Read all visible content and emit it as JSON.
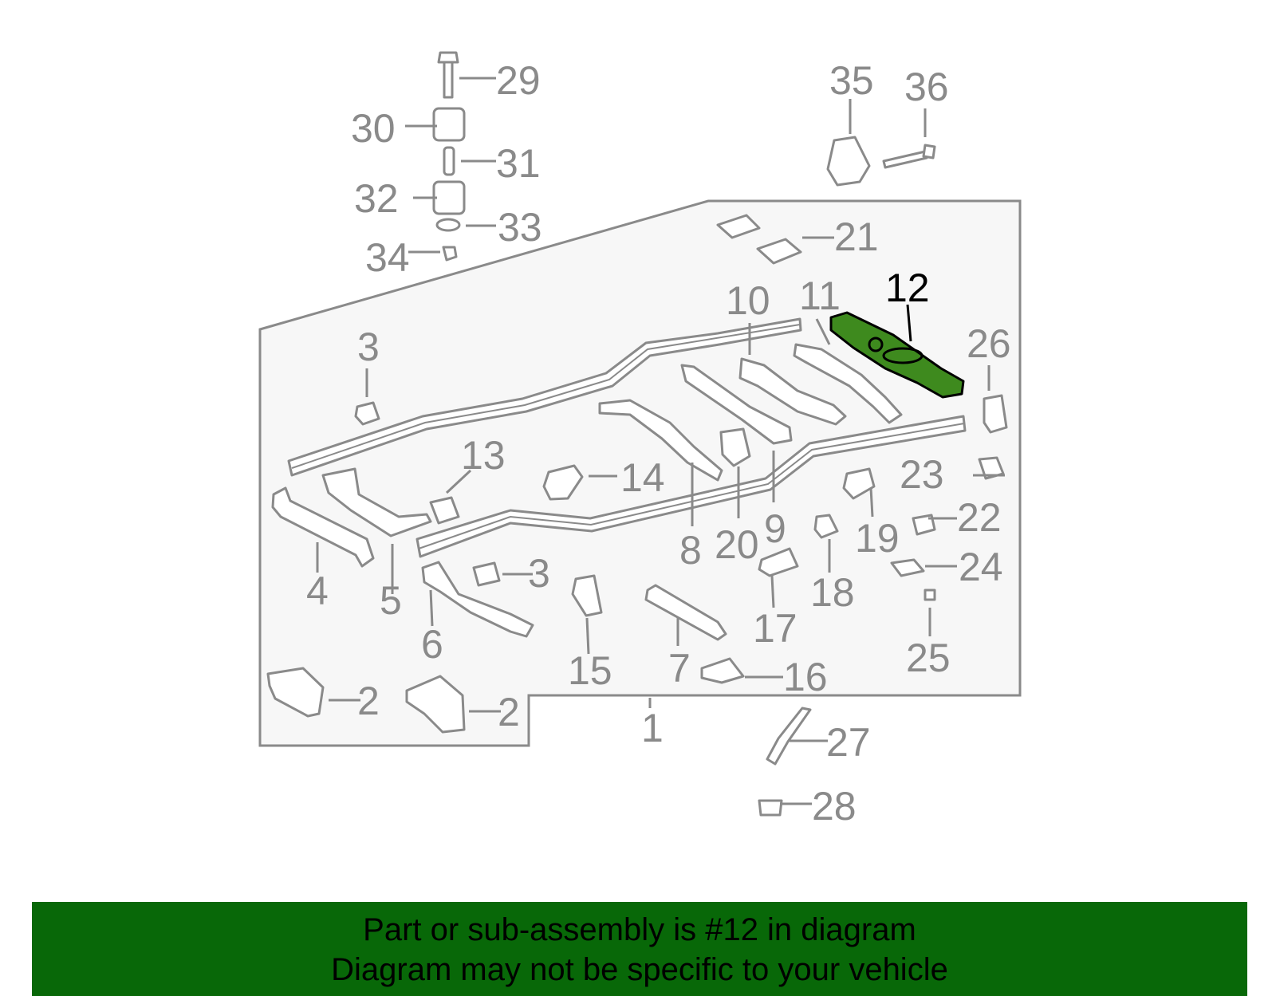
{
  "diagram": {
    "highlight_color": "#3e8a1e",
    "panel_fill": "#f7f7f7",
    "line_color": "#8a8a8a",
    "callouts": {
      "c1": "1",
      "c2a": "2",
      "c2b": "2",
      "c3a": "3",
      "c3b": "3",
      "c4": "4",
      "c5": "5",
      "c6": "6",
      "c7": "7",
      "c8": "8",
      "c9": "9",
      "c10": "10",
      "c11": "11",
      "c12": "12",
      "c13": "13",
      "c14": "14",
      "c15": "15",
      "c16": "16",
      "c17": "17",
      "c18": "18",
      "c19": "19",
      "c20": "20",
      "c21": "21",
      "c22": "22",
      "c23": "23",
      "c24": "24",
      "c25": "25",
      "c26": "26",
      "c27": "27",
      "c28": "28",
      "c29": "29",
      "c30": "30",
      "c31": "31",
      "c32": "32",
      "c33": "33",
      "c34": "34",
      "c35": "35",
      "c36": "36"
    }
  },
  "banner": {
    "background": "#086808",
    "line1": "Part or sub-assembly is #12 in diagram",
    "line2": "Diagram may not be specific to your vehicle"
  }
}
